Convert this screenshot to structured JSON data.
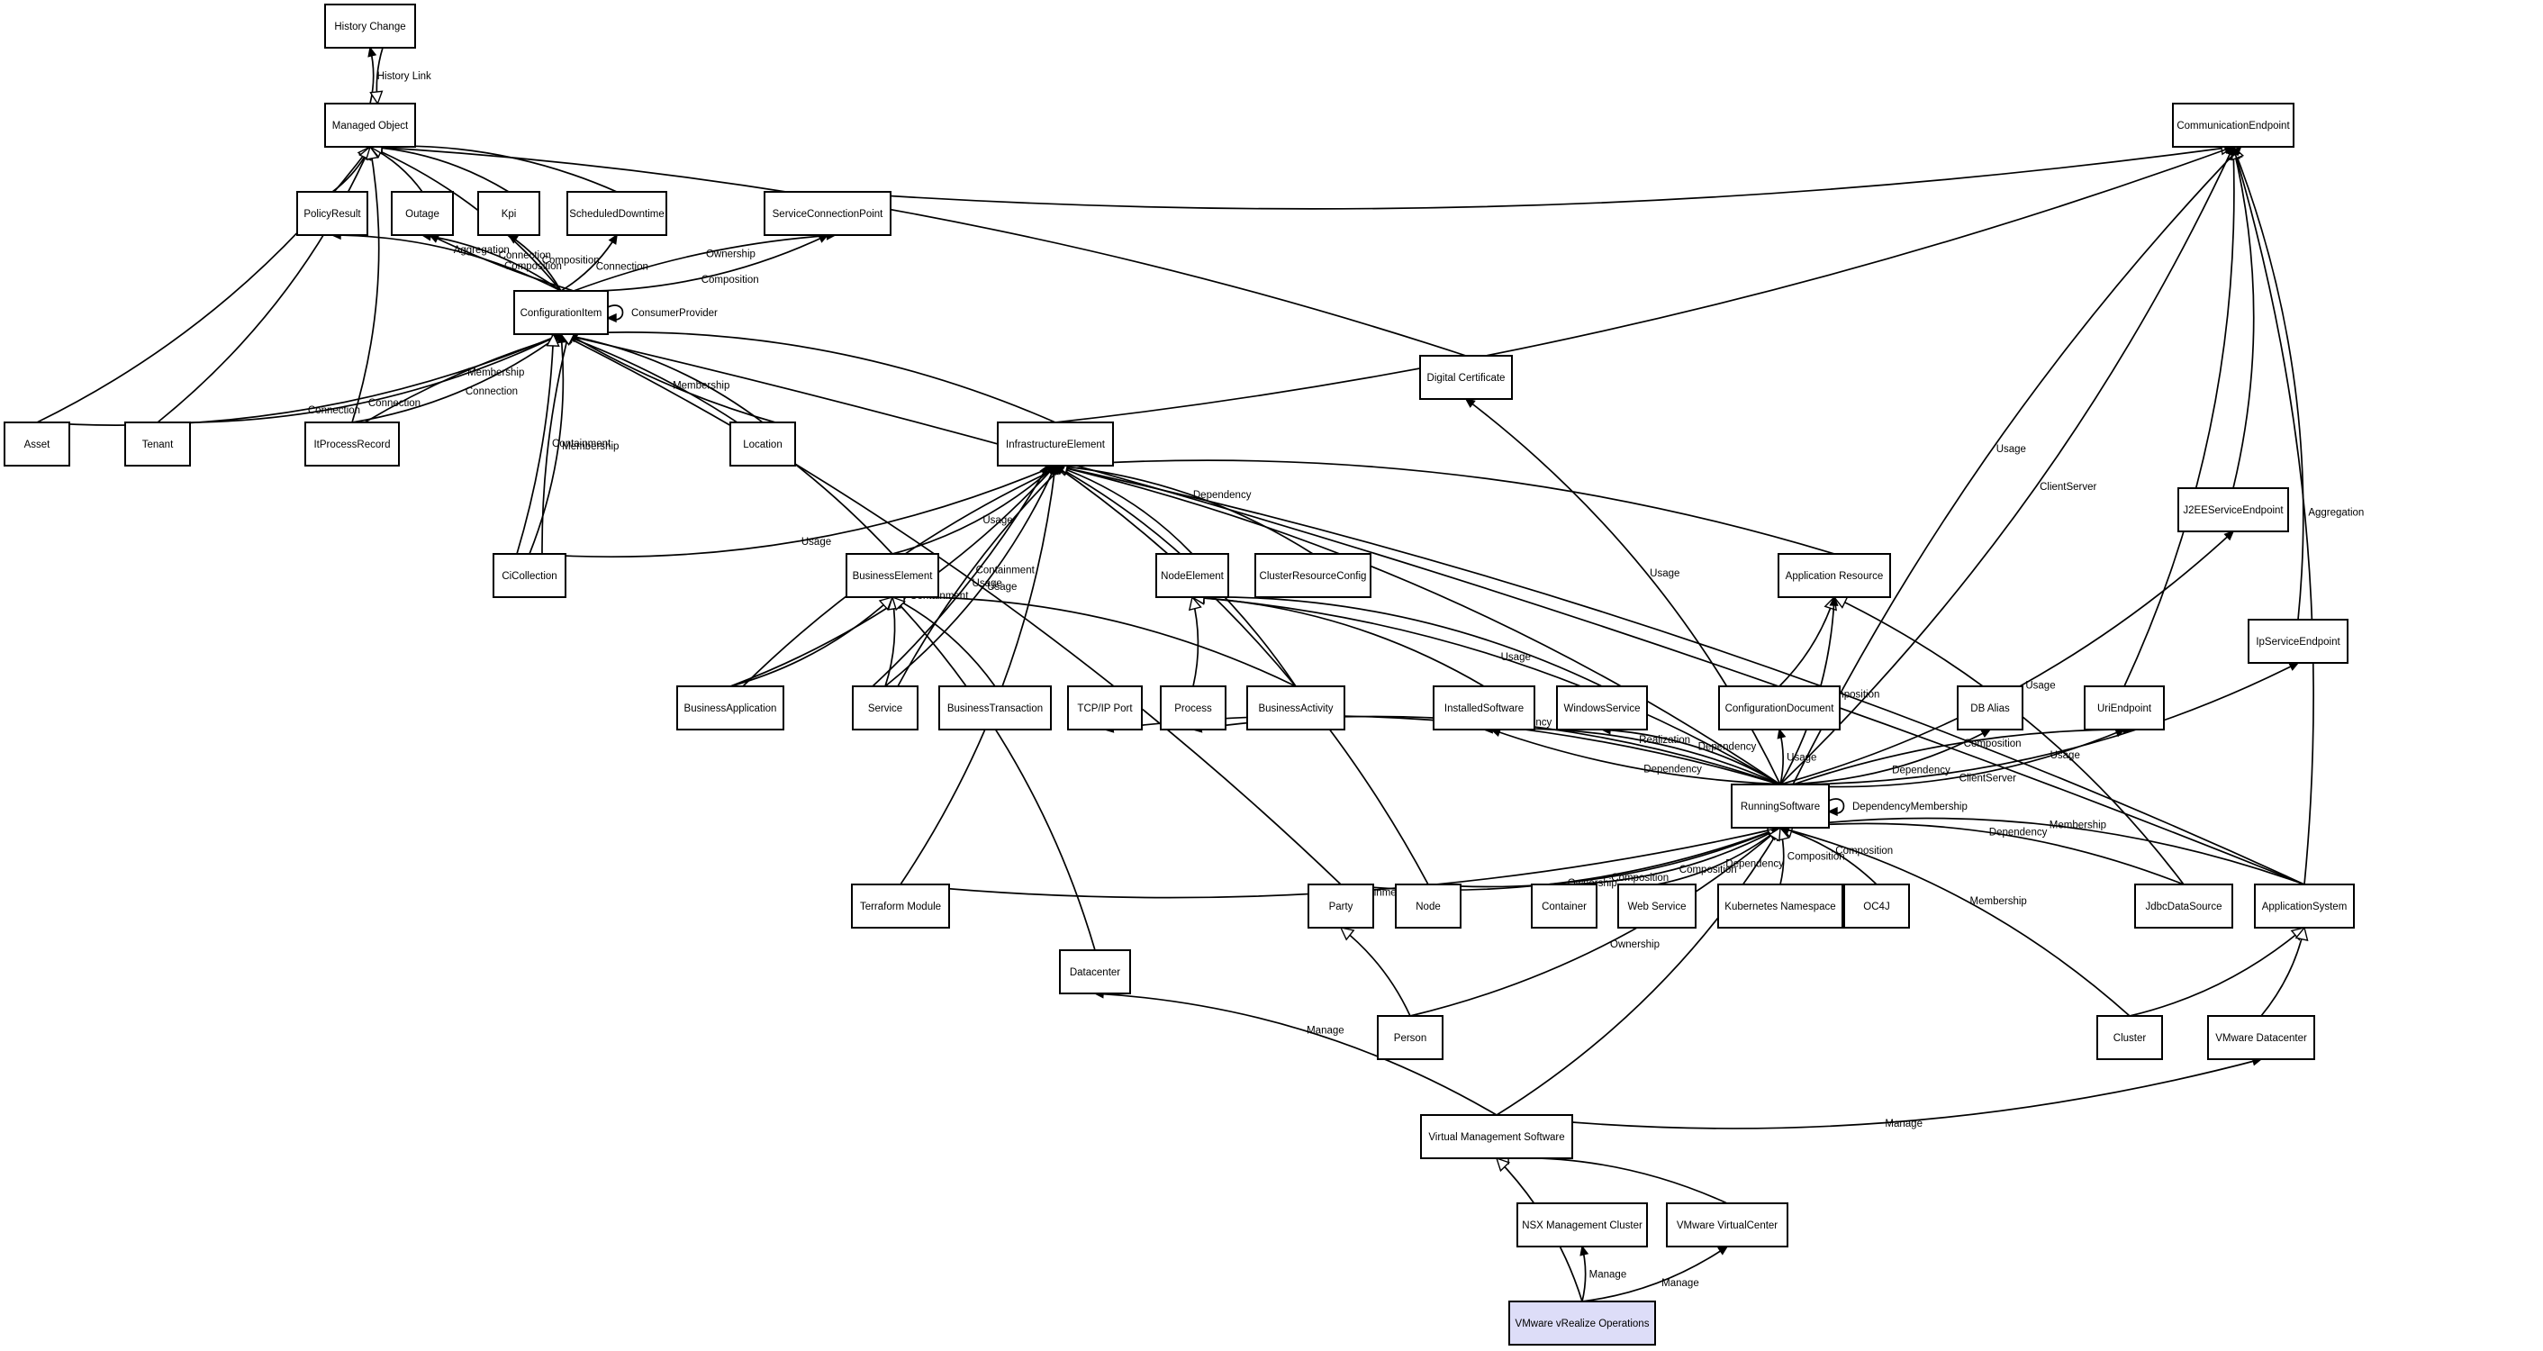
{
  "title": "",
  "colors": {
    "line": "#000000",
    "box": "#ffffff",
    "highlight": "#ddddf8"
  },
  "nodes": [
    {
      "id": "history_change",
      "label": "History Change"
    },
    {
      "id": "managed_object",
      "label": "Managed Object"
    },
    {
      "id": "communication_endpoint",
      "label": "CommunicationEndpoint"
    },
    {
      "id": "policy_result",
      "label": "PolicyResult"
    },
    {
      "id": "outage",
      "label": "Outage"
    },
    {
      "id": "kpi",
      "label": "Kpi"
    },
    {
      "id": "scheduled_downtime",
      "label": "ScheduledDowntime"
    },
    {
      "id": "service_connection_point",
      "label": "ServiceConnectionPoint"
    },
    {
      "id": "configuration_item",
      "label": "ConfigurationItem"
    },
    {
      "id": "digital_certificate",
      "label": "Digital Certificate"
    },
    {
      "id": "asset",
      "label": "Asset"
    },
    {
      "id": "tenant",
      "label": "Tenant"
    },
    {
      "id": "it_process_record",
      "label": "ItProcessRecord"
    },
    {
      "id": "location",
      "label": "Location"
    },
    {
      "id": "infrastructure_element",
      "label": "InfrastructureElement"
    },
    {
      "id": "j2ee_service_endpoint",
      "label": "J2EEServiceEndpoint"
    },
    {
      "id": "ci_collection",
      "label": "CiCollection"
    },
    {
      "id": "business_element",
      "label": "BusinessElement"
    },
    {
      "id": "node_element",
      "label": "NodeElement"
    },
    {
      "id": "cluster_resource_config",
      "label": "ClusterResourceConfig"
    },
    {
      "id": "application_resource",
      "label": "Application Resource"
    },
    {
      "id": "ip_service_endpoint",
      "label": "IpServiceEndpoint"
    },
    {
      "id": "business_application",
      "label": "BusinessApplication"
    },
    {
      "id": "service",
      "label": "Service"
    },
    {
      "id": "business_transaction",
      "label": "BusinessTransaction"
    },
    {
      "id": "tcpip_port",
      "label": "TCP/IP Port"
    },
    {
      "id": "process",
      "label": "Process"
    },
    {
      "id": "business_activity",
      "label": "BusinessActivity"
    },
    {
      "id": "installed_software",
      "label": "InstalledSoftware"
    },
    {
      "id": "windows_service",
      "label": "WindowsService"
    },
    {
      "id": "configuration_document",
      "label": "ConfigurationDocument"
    },
    {
      "id": "db_alias",
      "label": "DB Alias"
    },
    {
      "id": "uri_endpoint",
      "label": "UriEndpoint"
    },
    {
      "id": "running_software",
      "label": "RunningSoftware"
    },
    {
      "id": "terraform_module",
      "label": "Terraform Module"
    },
    {
      "id": "party",
      "label": "Party"
    },
    {
      "id": "node",
      "label": "Node"
    },
    {
      "id": "container",
      "label": "Container"
    },
    {
      "id": "web_service",
      "label": "Web Service"
    },
    {
      "id": "kubernetes_namespace",
      "label": "Kubernetes Namespace"
    },
    {
      "id": "oc4j",
      "label": "OC4J"
    },
    {
      "id": "jdbc_data_source",
      "label": "JdbcDataSource"
    },
    {
      "id": "application_system",
      "label": "ApplicationSystem"
    },
    {
      "id": "datacenter",
      "label": "Datacenter"
    },
    {
      "id": "person",
      "label": "Person"
    },
    {
      "id": "cluster",
      "label": "Cluster"
    },
    {
      "id": "vmware_datacenter",
      "label": "VMware Datacenter"
    },
    {
      "id": "virtual_management_software",
      "label": "Virtual Management Software"
    },
    {
      "id": "nsx_management_cluster",
      "label": "NSX Management Cluster"
    },
    {
      "id": "vmware_virtualcenter",
      "label": "VMware VirtualCenter"
    },
    {
      "id": "vmware_vrealize_operations",
      "label": "VMware vRealize Operations",
      "highlight": true
    }
  ],
  "edges": [
    {
      "from": "managed_object",
      "to": "history_change",
      "label": "History Link",
      "head": "filled"
    },
    {
      "from": "history_change",
      "to": "managed_object",
      "label": "",
      "head": "hollow"
    },
    {
      "from": "policy_result",
      "to": "managed_object",
      "label": "",
      "head": "hollow"
    },
    {
      "from": "outage",
      "to": "managed_object",
      "label": "",
      "head": "hollow"
    },
    {
      "from": "kpi",
      "to": "managed_object",
      "label": "",
      "head": "hollow"
    },
    {
      "from": "scheduled_downtime",
      "to": "managed_object",
      "label": "",
      "head": "hollow"
    },
    {
      "from": "configuration_item",
      "to": "managed_object",
      "label": "",
      "head": "hollow"
    },
    {
      "from": "asset",
      "to": "managed_object",
      "label": "",
      "head": "hollow"
    },
    {
      "from": "tenant",
      "to": "managed_object",
      "label": "",
      "head": "hollow"
    },
    {
      "from": "it_process_record",
      "to": "managed_object",
      "label": "",
      "head": "hollow"
    },
    {
      "from": "digital_certificate",
      "to": "managed_object",
      "label": "",
      "head": "hollow"
    },
    {
      "from": "tenant",
      "to": "configuration_item",
      "label": "Connection",
      "head": "filled"
    },
    {
      "from": "service_connection_point",
      "to": "communication_endpoint",
      "label": "",
      "head": "hollow"
    },
    {
      "from": "configuration_item",
      "to": "policy_result",
      "label": "Aggregation",
      "head": "filled"
    },
    {
      "from": "configuration_item",
      "to": "outage",
      "label": "Connection",
      "head": "filled"
    },
    {
      "from": "configuration_item",
      "to": "outage",
      "label": "Composition",
      "head": "filled"
    },
    {
      "from": "configuration_item",
      "to": "kpi",
      "label": "Composition",
      "head": "filled"
    },
    {
      "from": "configuration_item",
      "to": "scheduled_downtime",
      "label": "Connection",
      "head": "filled"
    },
    {
      "from": "configuration_item",
      "to": "service_connection_point",
      "label": "Composition",
      "head": "filled"
    },
    {
      "from": "configuration_item",
      "to": "service_connection_point",
      "label": "Ownership",
      "head": "filled"
    },
    {
      "from": "configuration_item",
      "to": "configuration_item",
      "label": "ConsumerProvider",
      "head": "filled"
    },
    {
      "from": "asset",
      "to": "configuration_item",
      "label": "Connection",
      "head": "filled"
    },
    {
      "from": "it_process_record",
      "to": "configuration_item",
      "label": "Connection",
      "head": "filled"
    },
    {
      "from": "it_process_record",
      "to": "configuration_item",
      "label": "Membership",
      "head": "filled"
    },
    {
      "from": "location",
      "to": "configuration_item",
      "label": "",
      "head": "hollow"
    },
    {
      "from": "location",
      "to": "configuration_item",
      "label": "Membership",
      "head": "filled"
    },
    {
      "from": "ci_collection",
      "to": "configuration_item",
      "label": "Membership",
      "head": "filled"
    },
    {
      "from": "ci_collection",
      "to": "configuration_item",
      "label": "Containment",
      "head": "filled"
    },
    {
      "from": "ci_collection",
      "to": "configuration_item",
      "label": "",
      "head": "hollow"
    },
    {
      "from": "infrastructure_element",
      "to": "configuration_item",
      "label": "",
      "head": "hollow"
    },
    {
      "from": "business_element",
      "to": "configuration_item",
      "label": "",
      "head": "hollow"
    },
    {
      "from": "application_system",
      "to": "configuration_item",
      "label": "",
      "head": "hollow"
    },
    {
      "from": "party",
      "to": "configuration_item",
      "label": "",
      "head": "hollow"
    },
    {
      "from": "ci_collection",
      "to": "infrastructure_element",
      "label": "Usage",
      "head": "filled"
    },
    {
      "from": "running_software",
      "to": "infrastructure_element",
      "label": "",
      "head": "hollow"
    },
    {
      "from": "infrastructure_element",
      "to": "communication_endpoint",
      "label": "",
      "head": "filled"
    },
    {
      "from": "business_element",
      "to": "infrastructure_element",
      "label": "Usage",
      "head": "filled"
    },
    {
      "from": "business_application",
      "to": "infrastructure_element",
      "label": "Containment",
      "head": "filled"
    },
    {
      "from": "business_application",
      "to": "infrastructure_element",
      "label": "Usage",
      "head": "filled"
    },
    {
      "from": "service",
      "to": "infrastructure_element",
      "label": "Usage",
      "head": "filled"
    },
    {
      "from": "service",
      "to": "infrastructure_element",
      "label": "Containment",
      "head": "filled"
    },
    {
      "from": "node_element",
      "to": "infrastructure_element",
      "label": "",
      "head": "hollow"
    },
    {
      "from": "cluster_resource_config",
      "to": "infrastructure_element",
      "label": "Dependency",
      "head": "hollow"
    },
    {
      "from": "service",
      "to": "infrastructure_element",
      "label": "Usage",
      "head": "filled"
    },
    {
      "from": "business_activity",
      "to": "infrastructure_element",
      "label": "Usage",
      "head": "filled"
    },
    {
      "from": "application_resource",
      "to": "infrastructure_element",
      "label": "",
      "head": "hollow"
    },
    {
      "from": "application_system",
      "to": "infrastructure_element",
      "label": "",
      "head": "hollow"
    },
    {
      "from": "terraform_module",
      "to": "infrastructure_element",
      "label": "",
      "head": "filled"
    },
    {
      "from": "node",
      "to": "infrastructure_element",
      "label": "",
      "head": "filled"
    },
    {
      "from": "business_application",
      "to": "business_element",
      "label": "",
      "head": "hollow"
    },
    {
      "from": "service",
      "to": "business_element",
      "label": "",
      "head": "hollow"
    },
    {
      "from": "business_transaction",
      "to": "business_element",
      "label": "",
      "head": "hollow"
    },
    {
      "from": "business_activity",
      "to": "business_element",
      "label": "",
      "head": "hollow"
    },
    {
      "from": "datacenter",
      "to": "business_element",
      "label": "",
      "head": "hollow"
    },
    {
      "from": "process",
      "to": "node_element",
      "label": "",
      "head": "hollow"
    },
    {
      "from": "installed_software",
      "to": "node_element",
      "label": "",
      "head": "hollow"
    },
    {
      "from": "windows_service",
      "to": "node_element",
      "label": "",
      "head": "hollow"
    },
    {
      "from": "running_software",
      "to": "node_element",
      "label": "Usage",
      "head": "hollow"
    },
    {
      "from": "configuration_document",
      "to": "application_resource",
      "label": "",
      "head": "hollow"
    },
    {
      "from": "jdbc_data_source",
      "to": "application_resource",
      "label": "",
      "head": "hollow"
    },
    {
      "from": "running_software",
      "to": "application_resource",
      "label": "Composition",
      "head": "filled"
    },
    {
      "from": "j2ee_service_endpoint",
      "to": "communication_endpoint",
      "label": "",
      "head": "hollow"
    },
    {
      "from": "uri_endpoint",
      "to": "communication_endpoint",
      "label": "",
      "head": "hollow"
    },
    {
      "from": "ip_service_endpoint",
      "to": "communication_endpoint",
      "label": "",
      "head": "hollow"
    },
    {
      "from": "running_software",
      "to": "communication_endpoint",
      "label": "ClientServer",
      "head": "filled"
    },
    {
      "from": "running_software",
      "to": "communication_endpoint",
      "label": "Usage",
      "head": "filled"
    },
    {
      "from": "running_software",
      "to": "digital_certificate",
      "label": "Usage",
      "head": "filled"
    },
    {
      "from": "running_software",
      "to": "tcpip_port",
      "label": "Usage",
      "head": "filled"
    },
    {
      "from": "running_software",
      "to": "process",
      "label": "Dependency",
      "head": "filled"
    },
    {
      "from": "running_software",
      "to": "installed_software",
      "label": "Realization",
      "head": "filled"
    },
    {
      "from": "running_software",
      "to": "installed_software",
      "label": "Dependency",
      "head": "filled"
    },
    {
      "from": "running_software",
      "to": "windows_service",
      "label": "Dependency",
      "head": "filled"
    },
    {
      "from": "running_software",
      "to": "configuration_document",
      "label": "Usage",
      "head": "filled"
    },
    {
      "from": "running_software",
      "to": "db_alias",
      "label": "Dependency",
      "head": "filled"
    },
    {
      "from": "running_software",
      "to": "uri_endpoint",
      "label": "ClientServer",
      "head": "filled"
    },
    {
      "from": "running_software",
      "to": "uri_endpoint",
      "label": "Composition",
      "head": "filled"
    },
    {
      "from": "running_software",
      "to": "j2ee_service_endpoint",
      "label": "Usage",
      "head": "filled"
    },
    {
      "from": "running_software",
      "to": "ip_service_endpoint",
      "label": "Usage",
      "head": "filled"
    },
    {
      "from": "running_software",
      "to": "running_software",
      "label": "DependencyMembership",
      "head": "filled"
    },
    {
      "from": "terraform_module",
      "to": "running_software",
      "label": "Containment",
      "head": "filled"
    },
    {
      "from": "party",
      "to": "running_software",
      "label": "Ownership",
      "head": "filled"
    },
    {
      "from": "node",
      "to": "running_software",
      "label": "Composition",
      "head": "filled"
    },
    {
      "from": "container",
      "to": "running_software",
      "label": "Composition",
      "head": "hollow"
    },
    {
      "from": "web_service",
      "to": "running_software",
      "label": "Dependency",
      "head": "hollow"
    },
    {
      "from": "kubernetes_namespace",
      "to": "running_software",
      "label": "Composition",
      "head": "hollow"
    },
    {
      "from": "oc4j",
      "to": "running_software",
      "label": "Composition",
      "head": "hollow"
    },
    {
      "from": "jdbc_data_source",
      "to": "running_software",
      "label": "Dependency",
      "head": "filled"
    },
    {
      "from": "application_system",
      "to": "running_software",
      "label": "Membership",
      "head": "filled"
    },
    {
      "from": "person",
      "to": "running_software",
      "label": "Ownership",
      "head": "filled"
    },
    {
      "from": "cluster",
      "to": "running_software",
      "label": "Membership",
      "head": "filled"
    },
    {
      "from": "virtual_management_software",
      "to": "running_software",
      "label": "",
      "head": "hollow"
    },
    {
      "from": "application_system",
      "to": "communication_endpoint",
      "label": "Aggregation",
      "head": "filled"
    },
    {
      "from": "person",
      "to": "party",
      "label": "",
      "head": "hollow"
    },
    {
      "from": "cluster",
      "to": "application_system",
      "label": "",
      "head": "hollow"
    },
    {
      "from": "vmware_datacenter",
      "to": "application_system",
      "label": "",
      "head": "hollow"
    },
    {
      "from": "virtual_management_software",
      "to": "datacenter",
      "label": "Manage",
      "head": "filled"
    },
    {
      "from": "virtual_management_software",
      "to": "vmware_datacenter",
      "label": "Manage",
      "head": "filled"
    },
    {
      "from": "vmware_virtualcenter",
      "to": "virtual_management_software",
      "label": "",
      "head": "hollow"
    },
    {
      "from": "vmware_vrealize_operations",
      "to": "virtual_management_software",
      "label": "",
      "head": "hollow"
    },
    {
      "from": "vmware_vrealize_operations",
      "to": "nsx_management_cluster",
      "label": "Manage",
      "head": "filled"
    },
    {
      "from": "vmware_vrealize_operations",
      "to": "vmware_virtualcenter",
      "label": "Manage",
      "head": "filled"
    }
  ]
}
